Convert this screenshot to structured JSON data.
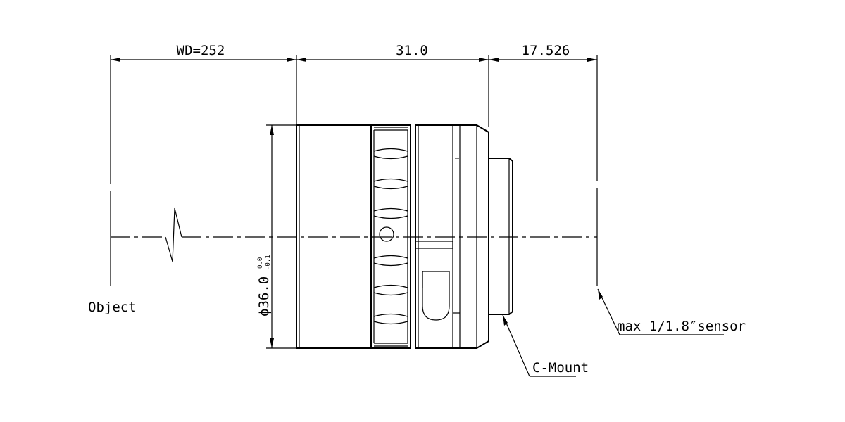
{
  "dimensions": {
    "working_distance": "WD=252",
    "lens_length": "31.0",
    "back_focal": "17.526",
    "diameter": "ϕ36.0",
    "diameter_tol_upper": "0.0",
    "diameter_tol_lower": "-0.1"
  },
  "labels": {
    "object": "Object",
    "mount": "C-Mount",
    "sensor": "max 1/1.8″sensor"
  }
}
